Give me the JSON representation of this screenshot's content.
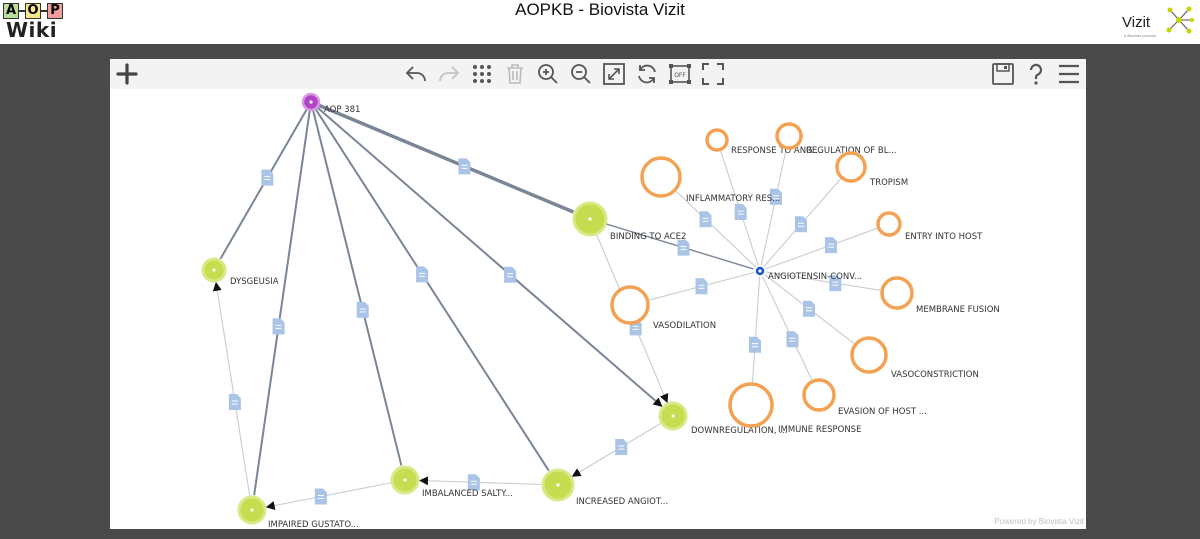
{
  "header": {
    "title": "AOPKB - Biovista Vizit",
    "logo_letters": [
      "A",
      "O",
      "P"
    ],
    "logo_word": "Wiki",
    "brand": "Vizit",
    "brand_sub": "a Biovista product"
  },
  "toolbar": {
    "left": [
      {
        "name": "add-icon"
      }
    ],
    "center": [
      {
        "name": "undo-icon"
      },
      {
        "name": "redo-icon"
      },
      {
        "name": "grid-icon"
      },
      {
        "name": "trash-icon"
      },
      {
        "name": "zoom-in-icon"
      },
      {
        "name": "zoom-out-icon"
      },
      {
        "name": "fit-icon"
      },
      {
        "name": "refresh-icon"
      },
      {
        "name": "off-icon",
        "text": "OFF"
      },
      {
        "name": "fullscreen-icon"
      }
    ],
    "right": [
      {
        "name": "save-icon"
      },
      {
        "name": "help-icon"
      },
      {
        "name": "menu-icon"
      }
    ]
  },
  "graph": {
    "colors": {
      "aop": "#b144c6",
      "key_event": "#c6dd50",
      "key_event_ring": "#d7ea86",
      "gene": "#f3a253",
      "hub": "#1c56c8",
      "doc": "#a9c4e6"
    },
    "nodes": {
      "aop": {
        "label": "AOP 381"
      },
      "dysgeusia": {
        "label": "DYSGEUSIA"
      },
      "binding": {
        "label": "BINDING TO ACE2"
      },
      "downreg": {
        "label": "DOWNREGULATION, ..."
      },
      "increased": {
        "label": "INCREASED ANGIOT..."
      },
      "imbalanced": {
        "label": "IMBALANCED SALTY..."
      },
      "impaired": {
        "label": "IMPAIRED GUSTATO..."
      },
      "hub": {
        "label": "ANGIOTENSIN-CONV..."
      },
      "response": {
        "label": "RESPONSE TO ANG..."
      },
      "regulation": {
        "label": "REGULATION OF BL..."
      },
      "inflammatory": {
        "label": "INFLAMMATORY RES..."
      },
      "tropism": {
        "label": "TROPISM"
      },
      "entry": {
        "label": "ENTRY INTO HOST"
      },
      "membrane": {
        "label": "MEMBRANE FUSION"
      },
      "vasoconstriction": {
        "label": "VASOCONSTRICTION"
      },
      "evasion": {
        "label": "EVASION OF HOST ..."
      },
      "immune": {
        "label": "IMMUNE RESPONSE"
      },
      "vasodilation": {
        "label": "VASODILATION"
      }
    }
  },
  "footer": {
    "powered": "Powered by Biovista Vizit"
  }
}
